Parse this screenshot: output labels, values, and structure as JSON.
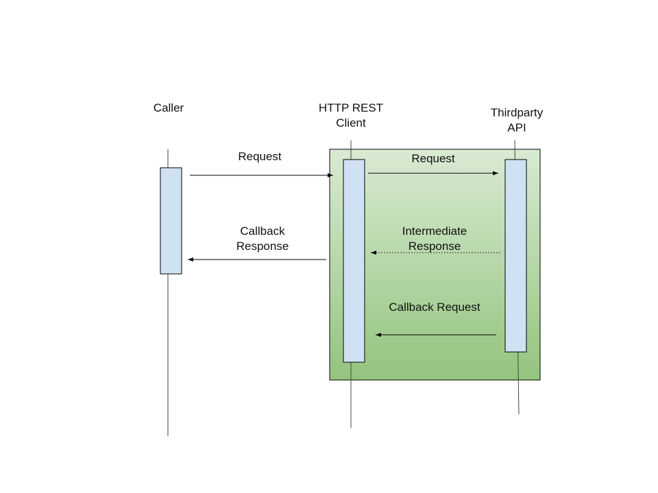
{
  "participants": [
    {
      "line1": "Caller",
      "line2": ""
    },
    {
      "line1": "HTTP REST",
      "line2": "Client"
    },
    {
      "line1": "Thirdparty",
      "line2": "API"
    }
  ],
  "messages": {
    "caller_request": "Request",
    "client_request": "Request",
    "callback_response_1": "Callback",
    "callback_response_2": "Response",
    "intermediate_1": "Intermediate",
    "intermediate_2": "Response",
    "callback_request": "Callback Request"
  },
  "colors": {
    "group_top": "#d9ead3",
    "group_bottom": "#93c47d",
    "activation": "#cfe2f3"
  }
}
